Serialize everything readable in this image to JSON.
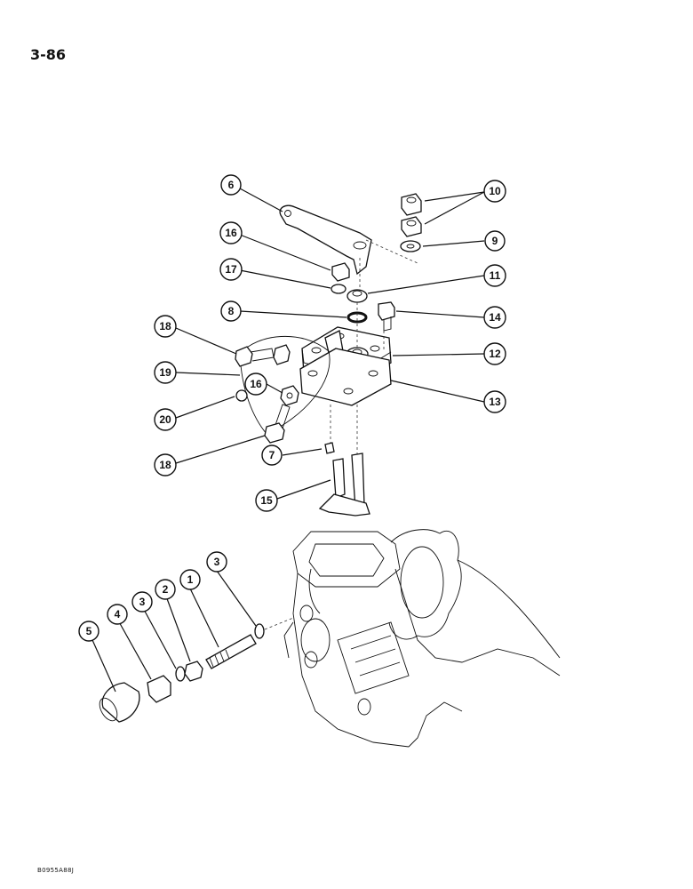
{
  "page": {
    "number": "3-86",
    "figure_code": "B0955A88J"
  },
  "callouts": [
    {
      "id": "c6",
      "label": "6"
    },
    {
      "id": "c10",
      "label": "10"
    },
    {
      "id": "c9",
      "label": "9"
    },
    {
      "id": "c16a",
      "label": "16"
    },
    {
      "id": "c11",
      "label": "11"
    },
    {
      "id": "c17",
      "label": "17"
    },
    {
      "id": "c8",
      "label": "8"
    },
    {
      "id": "c14",
      "label": "14"
    },
    {
      "id": "c18a",
      "label": "18"
    },
    {
      "id": "c12",
      "label": "12"
    },
    {
      "id": "c19",
      "label": "19"
    },
    {
      "id": "c16b",
      "label": "16"
    },
    {
      "id": "c13",
      "label": "13"
    },
    {
      "id": "c20",
      "label": "20"
    },
    {
      "id": "c7",
      "label": "7"
    },
    {
      "id": "c18b",
      "label": "18"
    },
    {
      "id": "c15",
      "label": "15"
    },
    {
      "id": "c3a",
      "label": "3"
    },
    {
      "id": "c1",
      "label": "1"
    },
    {
      "id": "c2",
      "label": "2"
    },
    {
      "id": "c3b",
      "label": "3"
    },
    {
      "id": "c4",
      "label": "4"
    },
    {
      "id": "c5",
      "label": "5"
    }
  ]
}
